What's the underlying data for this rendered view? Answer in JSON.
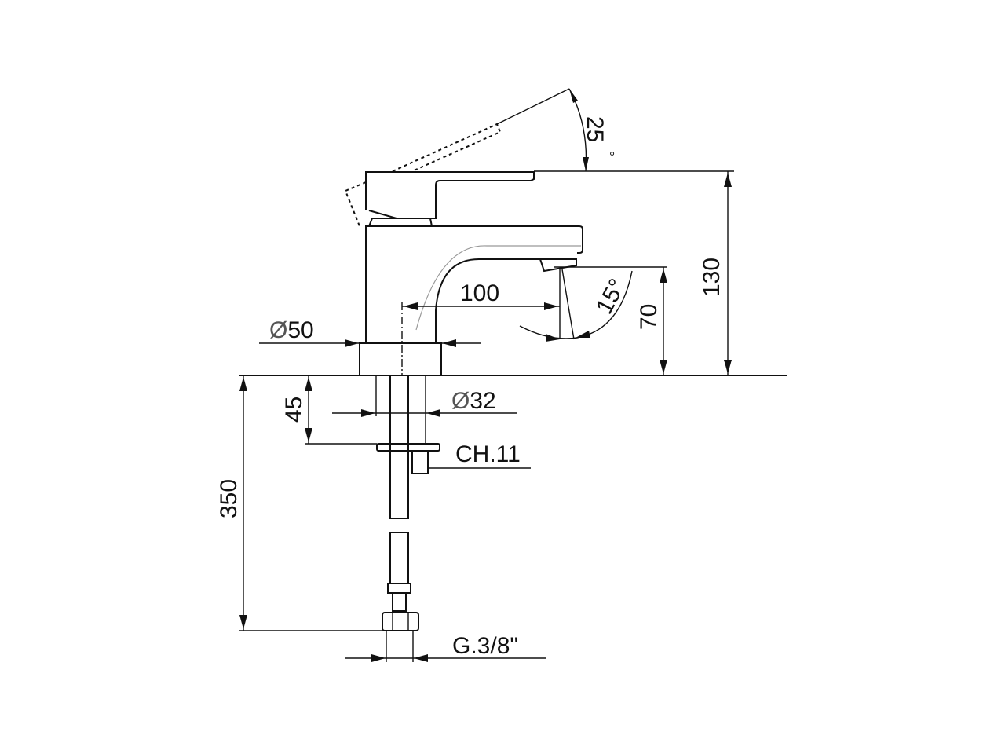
{
  "drawing": {
    "dimensions": {
      "lever_angle": "25",
      "degree": "°",
      "height_total": "130",
      "spout_height": "70",
      "spout_reach": "100",
      "spout_angle": "15°",
      "base_diameter": "50",
      "shank_diameter": "32",
      "shank_length": "45",
      "nut_size": "CH.11",
      "hose_length": "350",
      "connection": "G.3/8\""
    },
    "diameter_symbol": "Ø",
    "colors": {
      "line": "#111111",
      "background": "#ffffff"
    }
  }
}
